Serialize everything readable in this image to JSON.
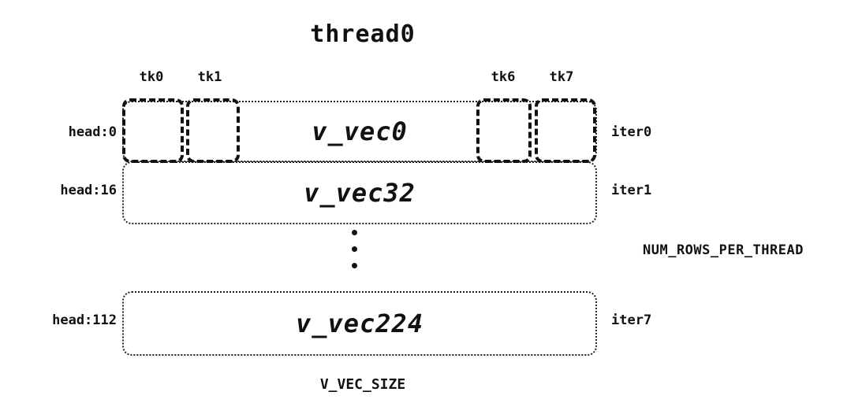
{
  "title": "thread0",
  "tk_labels": [
    "tk0",
    "tk1",
    "tk6",
    "tk7"
  ],
  "rows": [
    {
      "head": "head:0",
      "vec": "v_vec0",
      "iter": "iter0"
    },
    {
      "head": "head:16",
      "vec": "v_vec32",
      "iter": "iter1"
    },
    {
      "head": "head:112",
      "vec": "v_vec224",
      "iter": "iter7"
    }
  ],
  "num_rows_label": "NUM_ROWS_PER_THREAD",
  "bottom_label": "V_VEC_SIZE"
}
